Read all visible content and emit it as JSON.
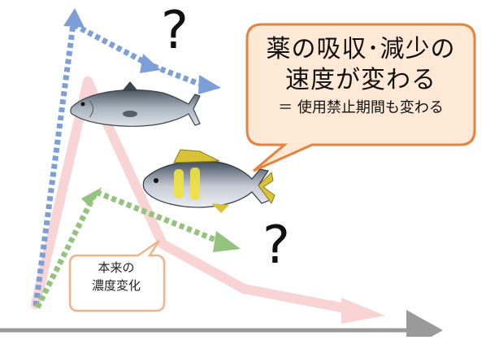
{
  "question_marks": [
    "?",
    "?"
  ],
  "callout_main": {
    "line1": "薬の吸収･減少の",
    "line2": "速度が変わる",
    "line3": "＝ 使用禁止期間も変わる"
  },
  "callout_small": {
    "line1": "本来の",
    "line2": "濃度変化"
  },
  "colors": {
    "blue_curve": "#7d9fd8",
    "green_curve": "#93c47d",
    "pink_curve": "#f7c6c6",
    "axis": "#9a9a9a",
    "callout_main_border": "#e8823a",
    "callout_main_fill": "#fde9d6",
    "callout_small_border": "#f2b38a"
  },
  "icons": [
    "salmon-icon",
    "yellowtail-fish-icon"
  ]
}
